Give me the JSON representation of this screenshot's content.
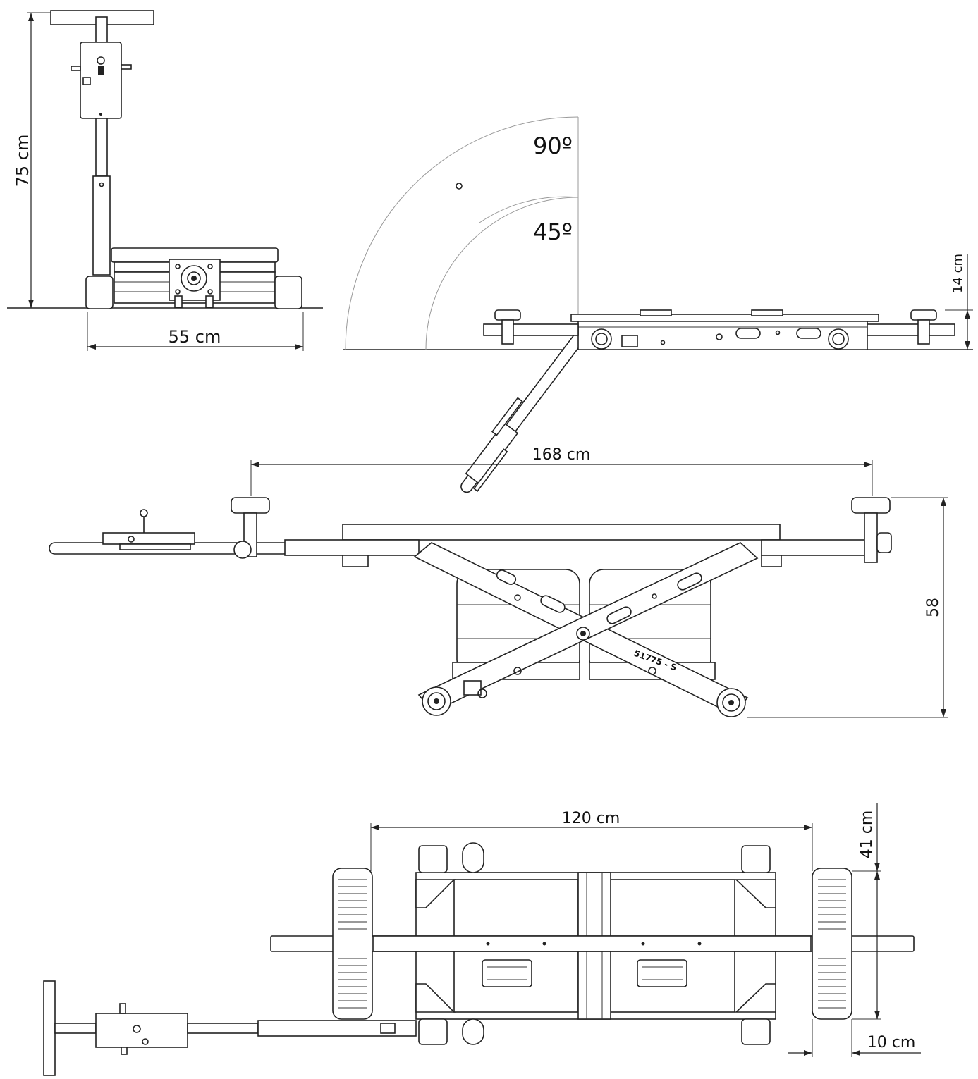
{
  "dimensions": {
    "front_height": "75 cm",
    "front_width": "55 cm",
    "angle_90": "90º",
    "angle_45": "45º",
    "side_height": "14 cm",
    "raised_length": "168 cm",
    "raised_height": "58",
    "top_length": "120 cm",
    "top_width": "41 cm",
    "wheel_width": "10 cm"
  },
  "part_code": "51775 - S"
}
